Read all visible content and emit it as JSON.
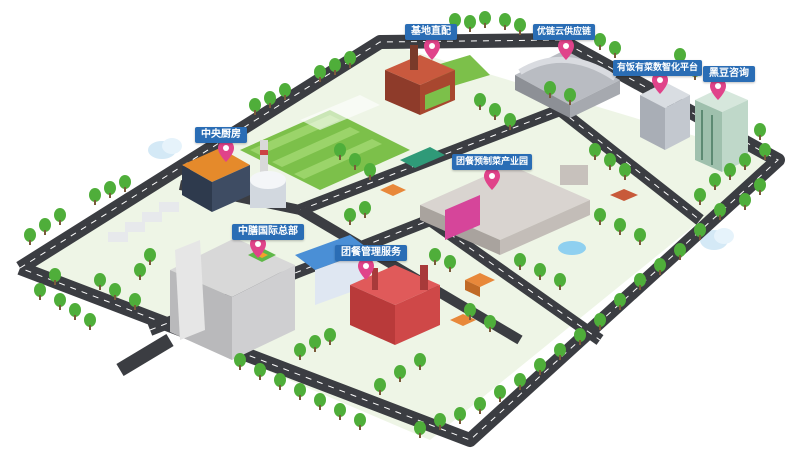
{
  "labels": {
    "jidi": "基地直配",
    "youlian": "优链云供应链",
    "youfan": "有饭有菜数智化平台",
    "heidou": "黑豆咨询",
    "zhongyang": "中央厨房",
    "tuancan_yuzhi": "团餐预制菜产业园",
    "zhongju": "中膳国际总部",
    "tuancan_guanli": "团餐管理服务"
  },
  "colors": {
    "road": "#3b3d42",
    "road_line": "#ffffff",
    "grass": "#dfeecf",
    "field": "#7cc04a",
    "tree": "#4fae3a",
    "tree_dark": "#2f8a2c",
    "label_bg": "#2a6db5",
    "pin": "#e0438a",
    "cloud": "#cfe6f5"
  }
}
